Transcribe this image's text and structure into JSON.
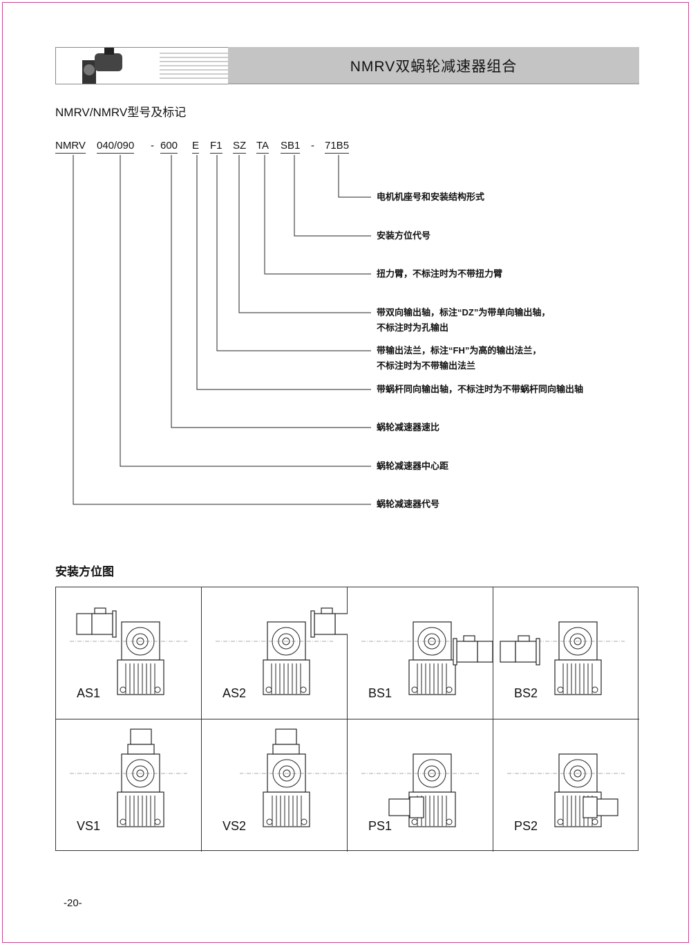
{
  "header": {
    "title": "NMRV双蜗轮减速器组合"
  },
  "section1": {
    "title": "NMRV/NMRV型号及标记"
  },
  "code": {
    "parts": [
      "NMRV",
      "040/090",
      "-",
      "600",
      "E",
      "F1",
      "SZ",
      "TA",
      "SB1",
      "-",
      "71B5"
    ]
  },
  "legend": [
    {
      "lines": [
        "电机机座号和安装结构形式"
      ]
    },
    {
      "lines": [
        "安装方位代号"
      ]
    },
    {
      "lines": [
        "扭力臂，不标注时为不带扭力臂"
      ]
    },
    {
      "lines": [
        "带双向输出轴，标注“DZ”为带单向输出轴，",
        "不标注时为孔输出"
      ]
    },
    {
      "lines": [
        "带输出法兰，标注“FH”为高的输出法兰，",
        "不标注时为不带输出法兰"
      ]
    },
    {
      "lines": [
        "带蜗杆同向输出轴，不标注时为不带蜗杆同向输出轴"
      ]
    },
    {
      "lines": [
        "蜗轮减速器速比"
      ]
    },
    {
      "lines": [
        "蜗轮减速器中心距"
      ]
    },
    {
      "lines": [
        "蜗轮减速器代号"
      ]
    }
  ],
  "section2": {
    "title": "安装方位图"
  },
  "positions": [
    {
      "name": "AS1",
      "motor": "left"
    },
    {
      "name": "AS2",
      "motor": "right"
    },
    {
      "name": "BS1",
      "motor": "right-low"
    },
    {
      "name": "BS2",
      "motor": "left-low"
    },
    {
      "name": "VS1",
      "motor": "top"
    },
    {
      "name": "VS2",
      "motor": "top"
    },
    {
      "name": "PS1",
      "motor": "bottom-left"
    },
    {
      "name": "PS2",
      "motor": "bottom-right"
    }
  ],
  "footer": {
    "page": "-20-"
  },
  "colors": {
    "frame": "#c8408f",
    "band": "#c4c4c4"
  }
}
